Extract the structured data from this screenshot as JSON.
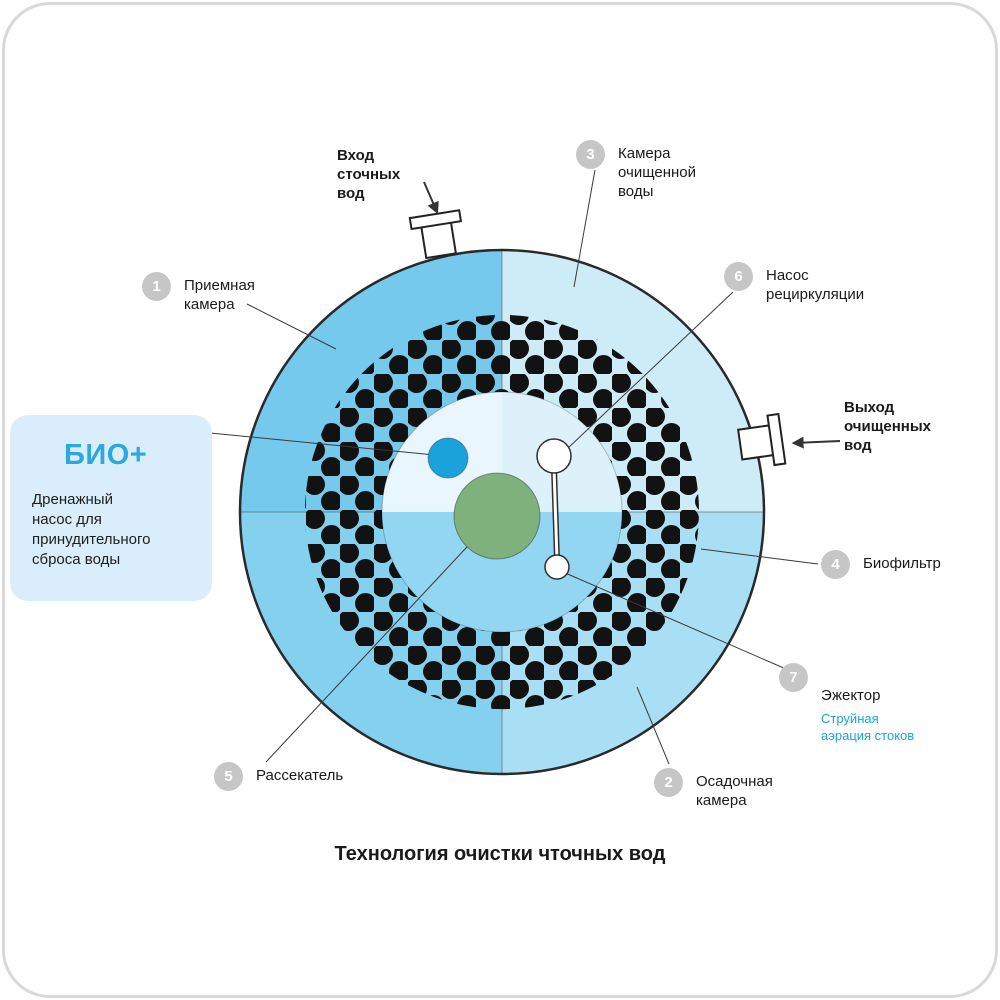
{
  "title": "Технология очистки чточных вод",
  "inlet": {
    "label": "Вход\nсточных\nвод"
  },
  "outlet": {
    "label": "Выход\nочищенных\nвод"
  },
  "bio_card": {
    "brand": "БИО+",
    "description": "Дренажный\nнасос для\nпринудительного\nсброса воды"
  },
  "callouts": [
    {
      "num": "1",
      "text": "Приемная\nкамера"
    },
    {
      "num": "2",
      "text": "Осадочная\nкамера"
    },
    {
      "num": "3",
      "text": "Камера\nочищенной\nводы"
    },
    {
      "num": "4",
      "text": "Биофильтр"
    },
    {
      "num": "5",
      "text": "Рассекатель"
    },
    {
      "num": "6",
      "text": "Насос\nрециркуляции"
    },
    {
      "num": "7",
      "text": "Эжектор",
      "sub": "Струйная\nаэрация стоков"
    }
  ],
  "colors": {
    "accent_blue": "#2ba8dd",
    "badge_gray": "#c6c6c6",
    "quadrant_top_left": "#74c9ec",
    "quadrant_top_right": "#ceebf8",
    "quadrant_bottom_right": "#a9dff4",
    "quadrant_bottom_left": "#83d1ef",
    "inner_top_left": "#e9f6fd",
    "inner_top_right": "#dcf1fa",
    "inner_bottom": "#92d6f1",
    "dissector_green": "#7fb17d",
    "drain_pump_blue": "#1ba2db",
    "dot_black": "#121212"
  }
}
